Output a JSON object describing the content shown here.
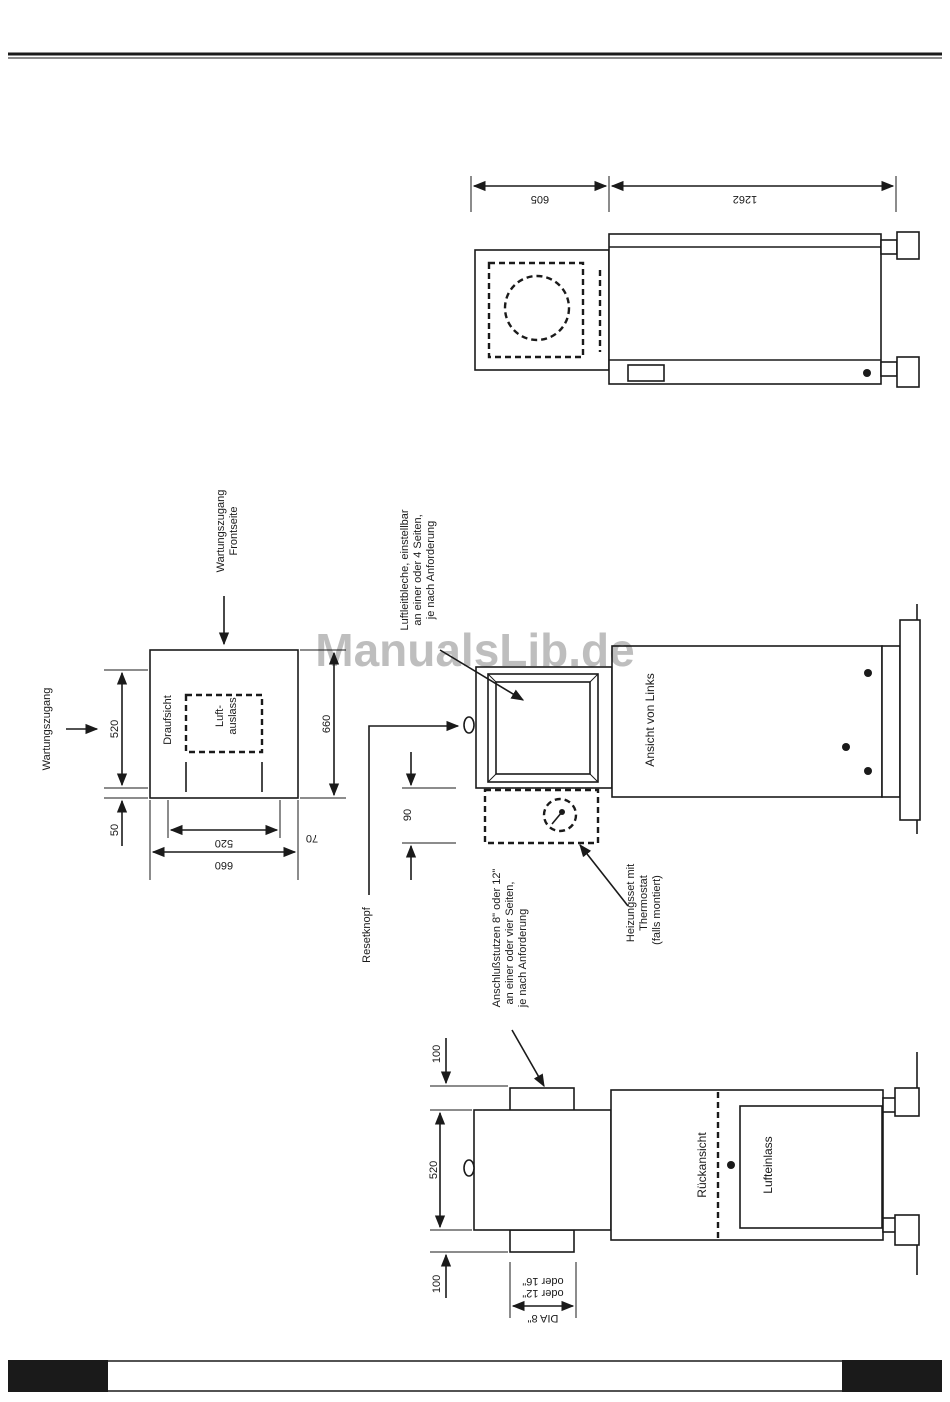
{
  "watermark": "ManualsLib.de",
  "labels": {
    "wartungszugang": "Wartungszugang",
    "wartungszugang_frontseite_1": "Wartungszugang",
    "wartungszugang_frontseite_2": "Frontseite",
    "draufsicht": "Draufsicht",
    "luftauslass_1": "Luft-",
    "luftauslass_2": "auslass",
    "resetknopf": "Resetknopf",
    "luftleitbleche_1": "Luftleitbleche, einstellbar",
    "luftleitbleche_2": "an einer oder 4 Seiten,",
    "luftleitbleche_3": "je nach Anforderung",
    "ansicht_von_links": "Ansicht von Links",
    "heizungsset_1": "Heizungsset mit",
    "heizungsset_2": "Thermostat",
    "heizungsset_3": "(falls montiert)",
    "anschluss_1": "Anschlußstutzen 8\" oder 12\"",
    "anschluss_2": "an einer oder vier Seiten,",
    "anschluss_3": "je nach Anforderung",
    "rueckansicht": "Rückansicht",
    "lufteinlass": "Lufteinlass",
    "dia_1": "DIA 8\"",
    "dia_2": "oder 12\"",
    "dia_3": "oder 16\""
  },
  "dimensions": {
    "d520_left": "520",
    "d660_right": "660",
    "d50": "50",
    "d520_bottom": "520",
    "d660_bottom": "660",
    "d70": "70",
    "d90": "90",
    "d605": "605",
    "d1262": "1262",
    "d100_top": "100",
    "d520_back": "520",
    "d100_bottom": "100"
  },
  "colors": {
    "line": "#1a1a1a",
    "footer_block": "#1a1a1a",
    "watermark": "#4a8fe0"
  }
}
